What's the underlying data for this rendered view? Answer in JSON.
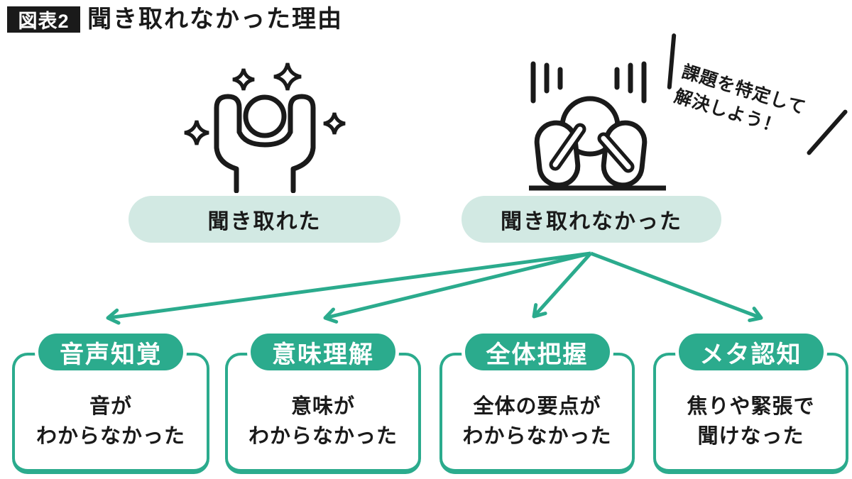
{
  "title": {
    "badge": "図表2",
    "text": "聞き取れなかった理由"
  },
  "annotation": {
    "line1": "課題を特定して",
    "line2": "解決しよう！"
  },
  "outcomes": {
    "positive": {
      "label": "聞き取れた",
      "icon": "cheering-person-icon"
    },
    "negative": {
      "label": "聞き取れなかった",
      "icon": "head-in-hands-icon"
    }
  },
  "reasons": [
    {
      "header": "音声知覚",
      "line1": "音が",
      "line2": "わからなかった"
    },
    {
      "header": "意味理解",
      "line1": "意味が",
      "line2": "わからなかった"
    },
    {
      "header": "全体把握",
      "line1": "全体の要点が",
      "line2": "わからなかった"
    },
    {
      "header": "メタ認知",
      "line1": "焦りや緊張で",
      "line2": "聞けなった"
    }
  ],
  "colors": {
    "teal": "#2BAB8D",
    "mint": "#D2E9E3",
    "ink": "#1A1A1A",
    "paper": "#FFFFFF"
  }
}
